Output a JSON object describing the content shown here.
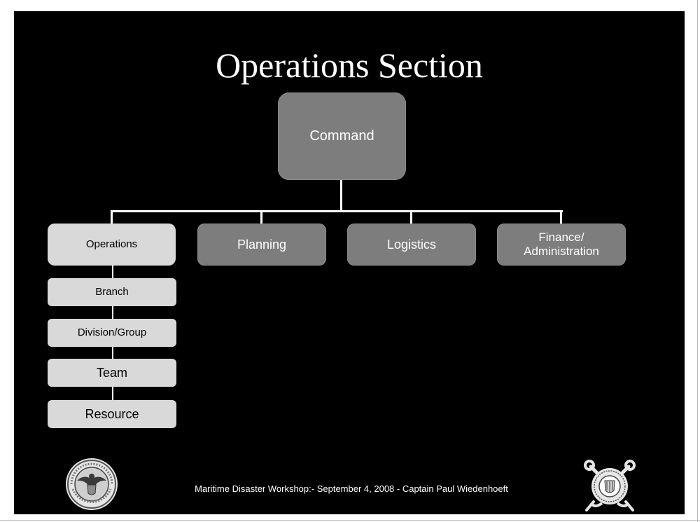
{
  "slide": {
    "title": "Operations Section",
    "footer": "Maritime Disaster Workshop:- September 4, 2008 -  Captain Paul Wiedenhoeft"
  },
  "org_chart": {
    "root": "Command",
    "sections": [
      "Operations",
      "Planning",
      "Logistics",
      "Finance/ Administration"
    ],
    "operations_chain": [
      "Branch",
      "Division/Group",
      "Team",
      "Resource"
    ]
  },
  "logos": {
    "left": "dhs-seal-icon",
    "right": "uscg-emblem-icon"
  },
  "colors": {
    "background": "#000000",
    "dark_box": "#7d7d7d",
    "light_box": "#d9d9d9",
    "connector": "#ffffff"
  }
}
